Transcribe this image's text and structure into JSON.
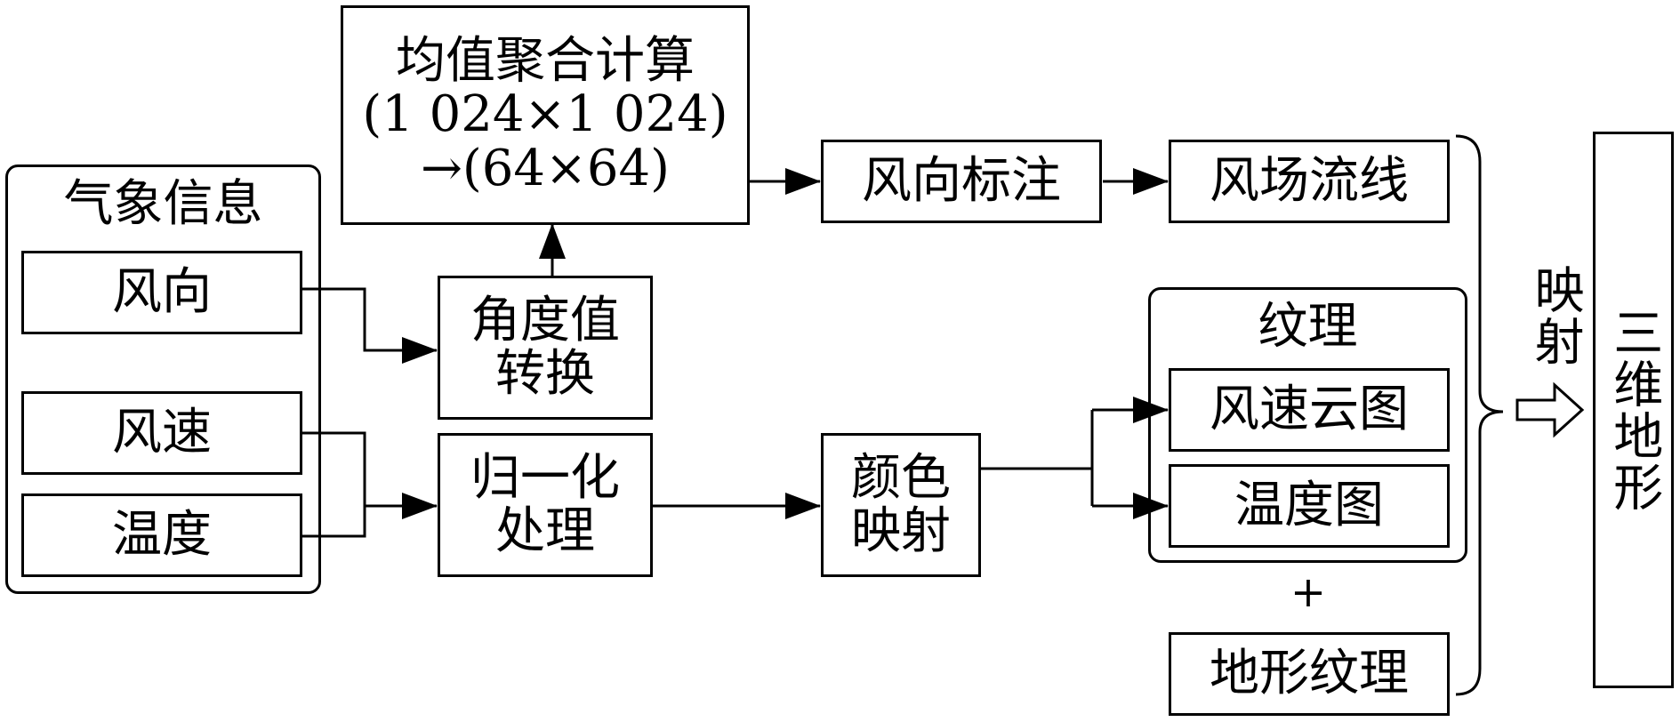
{
  "nodes": {
    "meteo_info": "气象信息",
    "wind_direction": "风向",
    "wind_speed": "风速",
    "temperature": "温度",
    "angle_line1": "角度值",
    "angle_line2": "转换",
    "mean_line1": "均值聚合计算",
    "mean_line2": "(1 024×1 024)",
    "mean_line3": "→(64×64)",
    "normalize_line1": "归一化",
    "normalize_line2": "处理",
    "color_line1": "颜色",
    "color_line2": "映射",
    "wind_label": "风向标注",
    "wind_streamline": "风场流线",
    "texture": "纹理",
    "wind_speed_map": "风速云图",
    "temperature_map": "温度图",
    "plus": "+",
    "terrain_texture": "地形纹理",
    "mapping": "映射",
    "terrain_3d": "三维地形"
  }
}
